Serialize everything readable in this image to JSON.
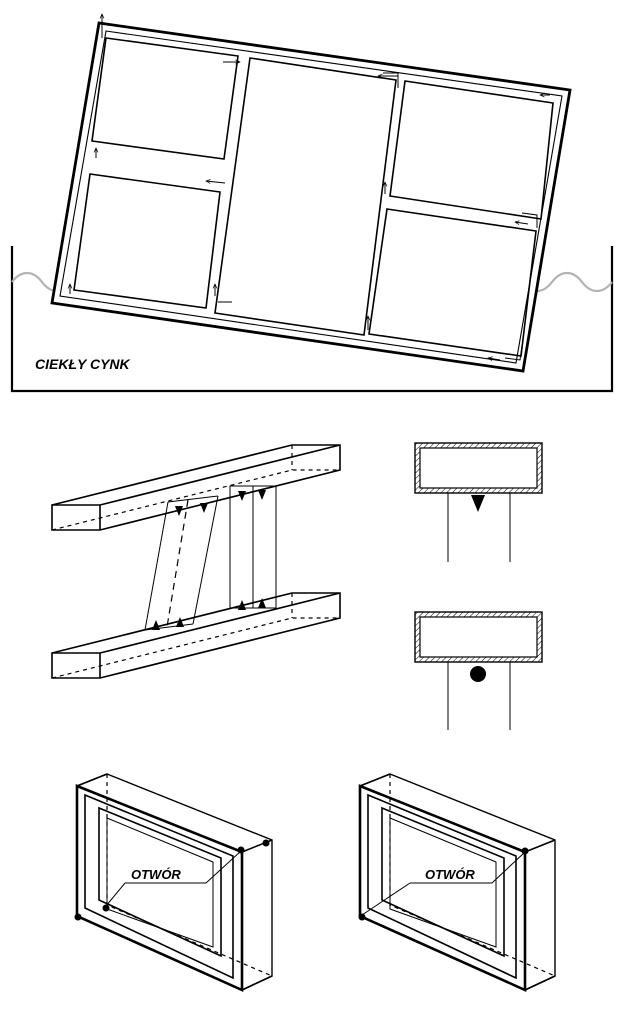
{
  "panel_top": {
    "bath_label": "CIEKŁY CYNK"
  },
  "panel_bottom": {
    "left_frame_label": "OTWÓR",
    "right_frame_label": "OTWÓR"
  },
  "colors": {
    "line": "#000000",
    "zinc_surface": "#b3b3b3",
    "background": "#ffffff"
  }
}
